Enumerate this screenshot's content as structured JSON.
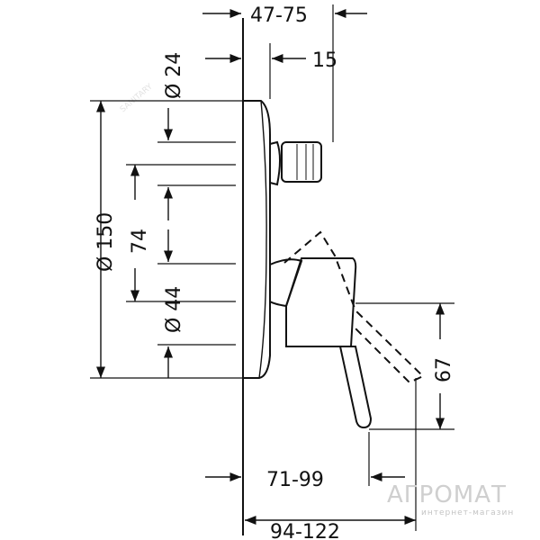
{
  "diagram": {
    "dimensions": {
      "top_overall": "47-75",
      "top_offset": "15",
      "dia_24": "Ø 24",
      "dia_150": "Ø 150",
      "height_74": "74",
      "dia_44": "Ø 44",
      "height_67": "67",
      "bottom_inner": "71-99",
      "bottom_outer": "94-122"
    },
    "watermark": {
      "brand": "АГРОМАТ",
      "tagline": "интернет-магазин",
      "faint_text": "SANITARY"
    }
  },
  "colors": {
    "line": "#111111",
    "dashed": "#111111",
    "watermark": "#cfcfcf"
  }
}
